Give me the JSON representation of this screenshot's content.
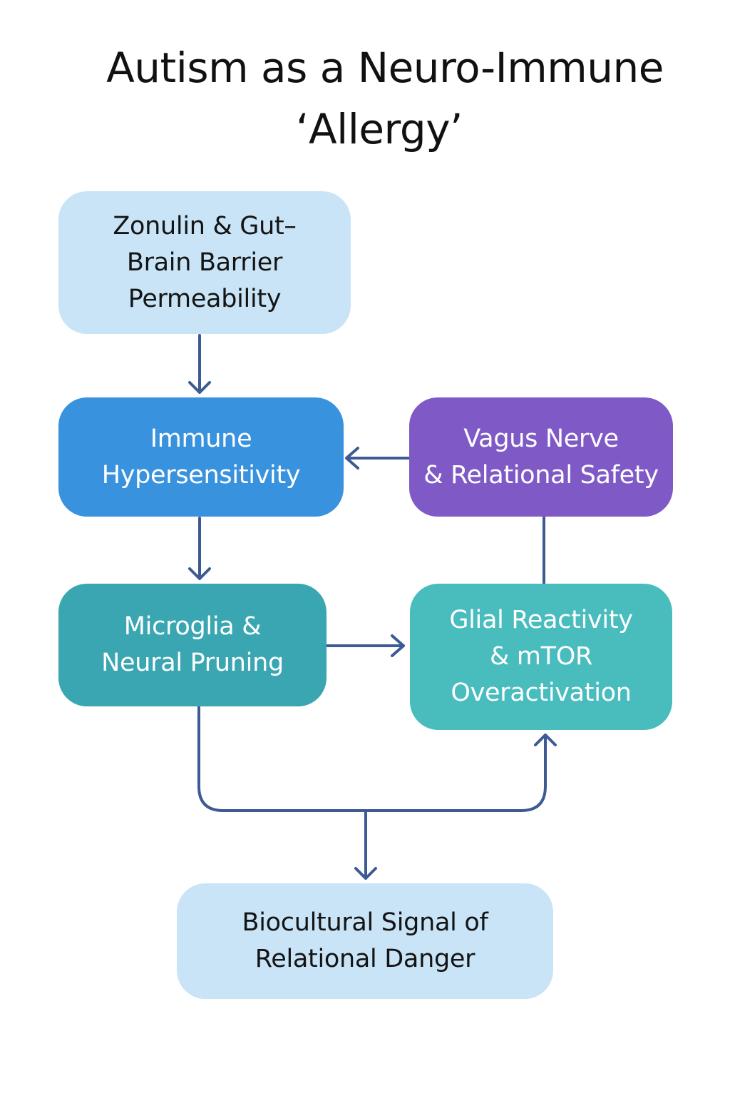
{
  "title": {
    "line1": "Autism as a Neuro-Immune",
    "line2": "‘Allergy’"
  },
  "nodes": {
    "zonulin": {
      "lines": [
        "Zonulin & Gut–",
        "Brain Barrier",
        "Permeability"
      ]
    },
    "immune": {
      "lines": [
        "Immune",
        "Hypersensitivity"
      ]
    },
    "vagus": {
      "lines": [
        "Vagus Nerve",
        "& Relational Safety"
      ]
    },
    "microglia": {
      "lines": [
        "Microglia &",
        "Neural Pruning"
      ]
    },
    "glial": {
      "lines": [
        "Glial Reactivity",
        "& mTOR",
        "Overactivation"
      ]
    },
    "biocultural": {
      "lines": [
        "Biocultural Signal of",
        "Relational Danger"
      ]
    }
  },
  "colors": {
    "connector": "#3d5a94",
    "light_box": "#c8e4f6",
    "blue_box": "#3992de",
    "purple_box": "#7f5ac6",
    "teal_dark_box": "#3aa6b2",
    "teal_light_box": "#49bcbd"
  }
}
